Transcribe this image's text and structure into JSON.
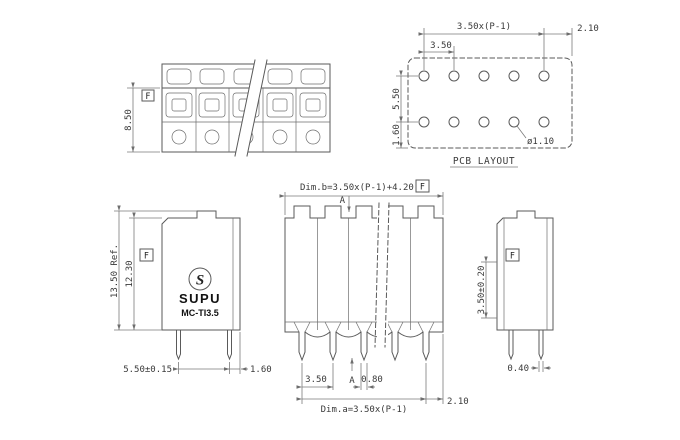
{
  "views": {
    "front_top": {
      "f": "F",
      "height": "8.50"
    },
    "pcb": {
      "title": "PCB LAYOUT",
      "span": "3.50x(P-1)",
      "end": "2.10",
      "pitch": "3.50",
      "row_gap": "5.50",
      "edge": "1.60",
      "hole": "ø1.10"
    },
    "dim_b": {
      "text": "Dim.b=3.50x(P-1)+4.20",
      "f": "F"
    },
    "side_left": {
      "f": "F",
      "overall": "13.50 Ref.",
      "body": "12.30",
      "logo_letter": "S",
      "brand": "SUPU",
      "model": "MC-TI3.5",
      "pin_span": "5.50±0.15",
      "pin_edge": "1.60"
    },
    "front_bottom": {
      "section_a_top": "A",
      "section_a_bottom": "A",
      "pitch": "3.50",
      "pin_w": "0.80",
      "dim_a": "Dim.a=3.50x(P-1)",
      "end": "2.10"
    },
    "side_right": {
      "f": "F",
      "pin_len": "3.50±0.20",
      "pin_t": "0.40"
    }
  }
}
